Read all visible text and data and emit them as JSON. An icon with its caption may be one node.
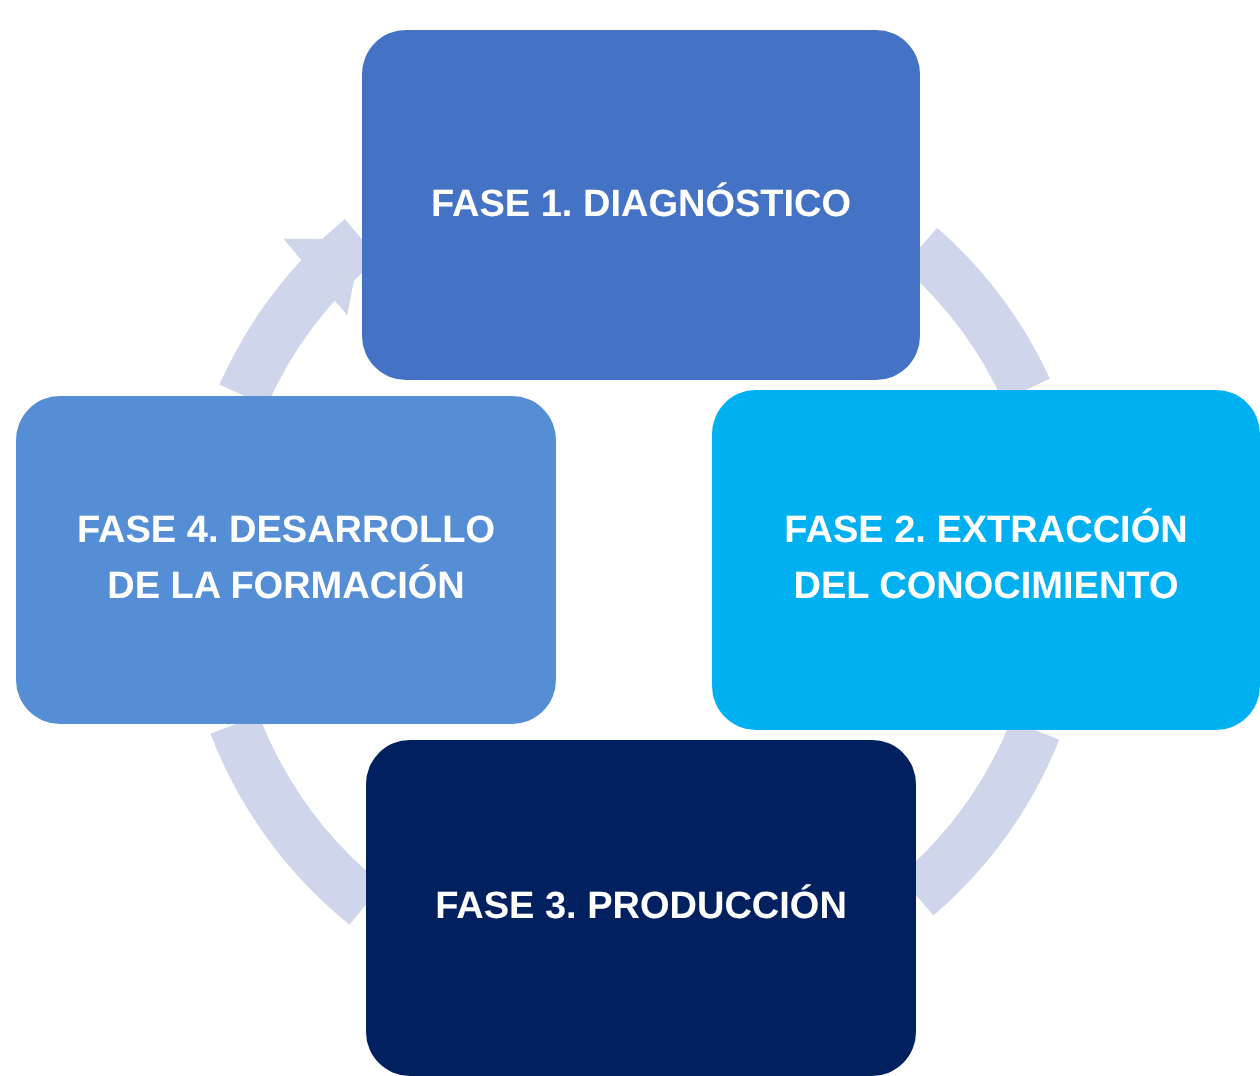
{
  "diagram": {
    "nodes": [
      {
        "text": [
          "FASE 1. DIAGNÓSTICO"
        ]
      },
      {
        "text": [
          "FASE 2. EXTRACCIÓN DEL CONOCIMIENTO"
        ]
      },
      {
        "text": [
          "FASE 3. PRODUCCIÓN"
        ]
      },
      {
        "text": [
          "FASE 4. DESARROLLO DE LA FORMACIÓN"
        ]
      }
    ],
    "edges": [
      {
        "from": 0,
        "to": 1,
        "arrow": "none"
      },
      {
        "from": 1,
        "to": 2,
        "arrow": "none"
      },
      {
        "from": 2,
        "to": 3,
        "arrow": "none"
      },
      {
        "from": 3,
        "to": 0,
        "arrow": "to"
      }
    ]
  }
}
